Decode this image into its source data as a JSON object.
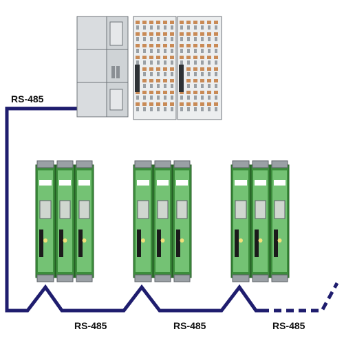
{
  "colors": {
    "bus_line": "#1f1d6e",
    "module_green": "#3c8d3c",
    "module_green_light": "#74c274",
    "plc_body": "#d9dcdf",
    "plc_outline": "#6e7378",
    "terminal_orange": "#c98a55"
  },
  "plc": {
    "name": "plc-controller"
  },
  "module_groups": [
    {
      "id": "group-1",
      "modules": 3
    },
    {
      "id": "group-2",
      "modules": 3
    },
    {
      "id": "group-3",
      "modules": 3
    }
  ],
  "labels": {
    "top_left": "RS-485",
    "segment_1": "RS-485",
    "segment_2": "RS-485",
    "segment_3": "RS-485"
  },
  "icons": [
    "plc-icon",
    "module-icon"
  ]
}
